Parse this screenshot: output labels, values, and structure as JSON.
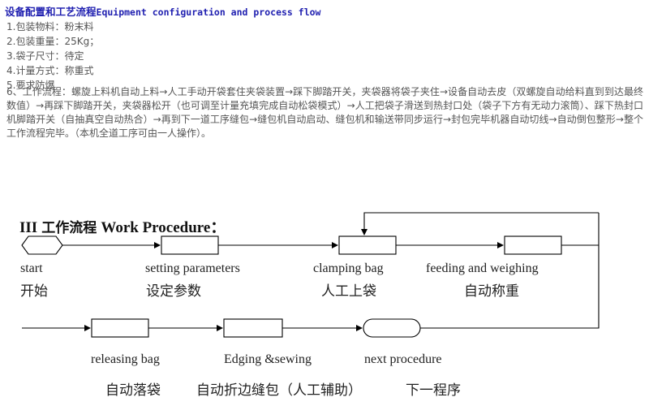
{
  "header": {
    "title_zh": "设备配置和工艺流程",
    "title_en": "Equipment configuration and process flow"
  },
  "specs": [
    "1.包装物料：粉末料",
    "2.包装重量：25Kg；",
    "3.袋子尺寸：待定",
    "4.计量方式：称重式",
    "5.要求防爆"
  ],
  "procedure_text": "6、工作流程：螺旋上料机自动上料→人工手动开袋套住夹袋装置→踩下脚踏开关，夹袋器将袋子夹住→设备自动去皮（双螺旋自动给料直到到达最终数值）→再踩下脚踏开关，夹袋器松开（也可调至计量充填完成自动松袋模式）→人工把袋子滑送到热封口处（袋子下方有无动力滚筒）、踩下热封口机脚踏开关（自抽真空自动热合）→再到下一道工序缝包→缝包机自动启动、缝包机和输送带同步运行→封包完毕机器自动切线→自动倒包整形→整个工作流程完毕。（本机全道工序可由一人操作）。",
  "diagram": {
    "heading_prefix": "III",
    "heading_zh": "工作流程",
    "heading_en": "Work Procedure：",
    "steps": [
      {
        "en": "start",
        "zh": "开始"
      },
      {
        "en": "setting parameters",
        "zh": "设定参数"
      },
      {
        "en": "clamping bag",
        "zh": "人工上袋"
      },
      {
        "en": "feeding and weighing",
        "zh": "自动称重"
      },
      {
        "en": "releasing bag",
        "zh": "自动落袋"
      },
      {
        "en": "Edging &sewing",
        "zh": "自动折边缝包（人工辅助）"
      },
      {
        "en": "next procedure",
        "zh": "下一程序"
      }
    ]
  },
  "colors": {
    "title": "#1f1fb0",
    "body_text": "#555555",
    "diagram_line": "#000000"
  }
}
